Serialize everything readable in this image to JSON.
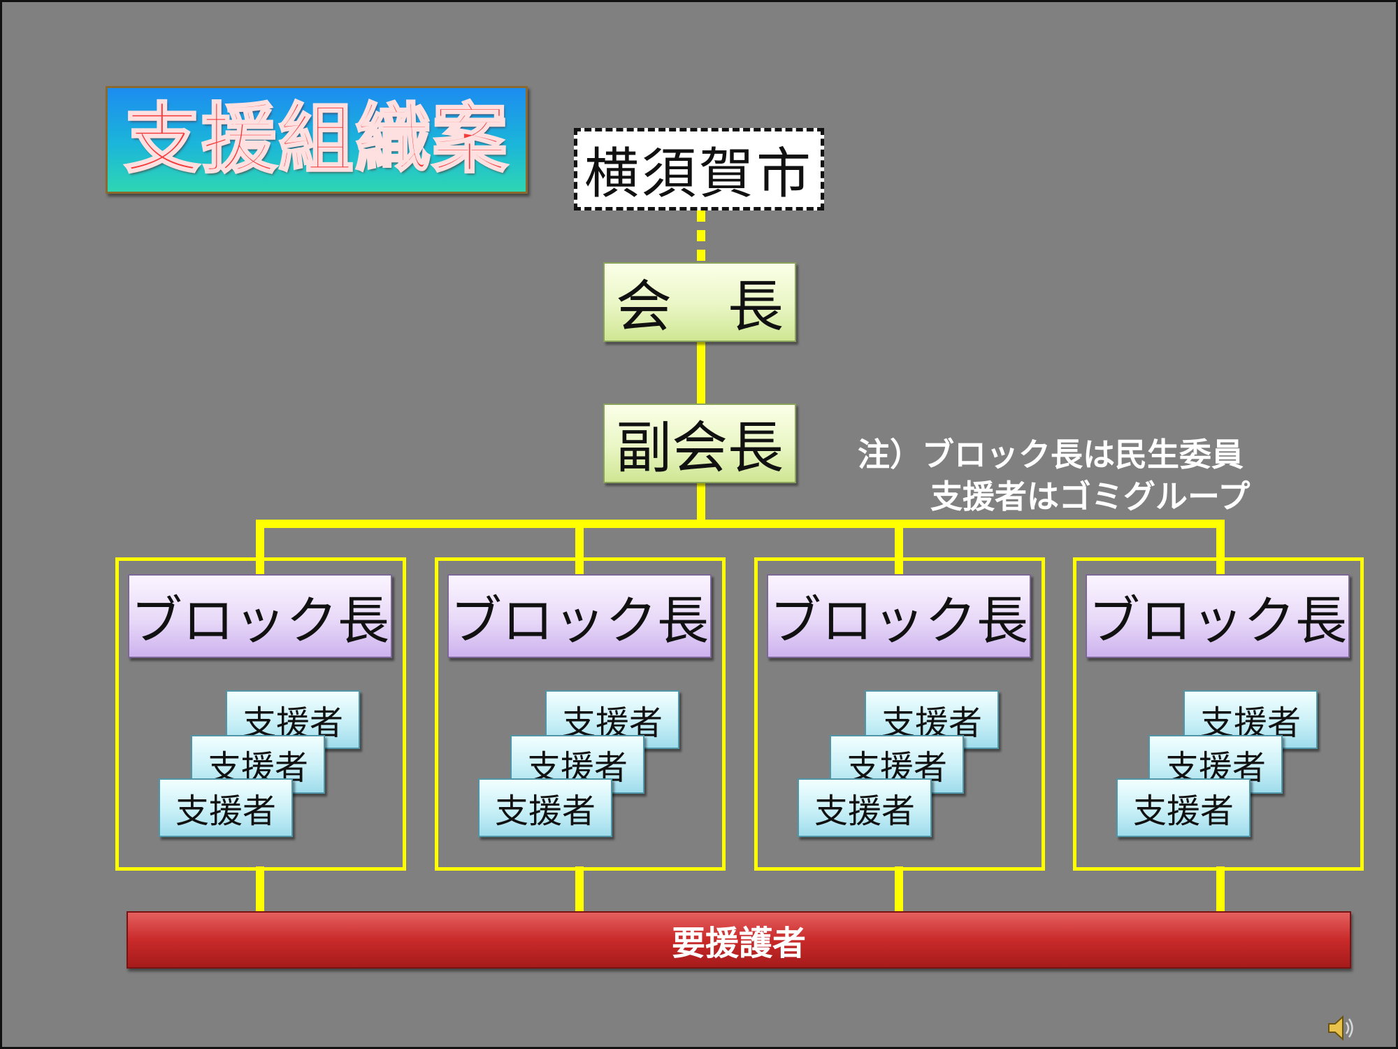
{
  "title": "支援組織案",
  "nodes": {
    "city": "横須賀市",
    "president": "会　長",
    "vice_president": "副会長"
  },
  "note": {
    "line1": "注）ブロック長は民生委員",
    "line2": "支援者はゴミグループ"
  },
  "blocks": [
    {
      "leader": "ブロック長",
      "supporters": [
        "支援者",
        "支援者",
        "支援者"
      ]
    },
    {
      "leader": "ブロック長",
      "supporters": [
        "支援者",
        "支援者",
        "支援者"
      ]
    },
    {
      "leader": "ブロック長",
      "supporters": [
        "支援者",
        "支援者",
        "支援者"
      ]
    },
    {
      "leader": "ブロック長",
      "supporters": [
        "支援者",
        "支援者",
        "支援者"
      ]
    }
  ],
  "base": "要援護者",
  "icons": {
    "audio": "speaker-icon"
  },
  "colors": {
    "background": "#808080",
    "connector": "#ffff00",
    "base_bar": "#c92a2a"
  }
}
